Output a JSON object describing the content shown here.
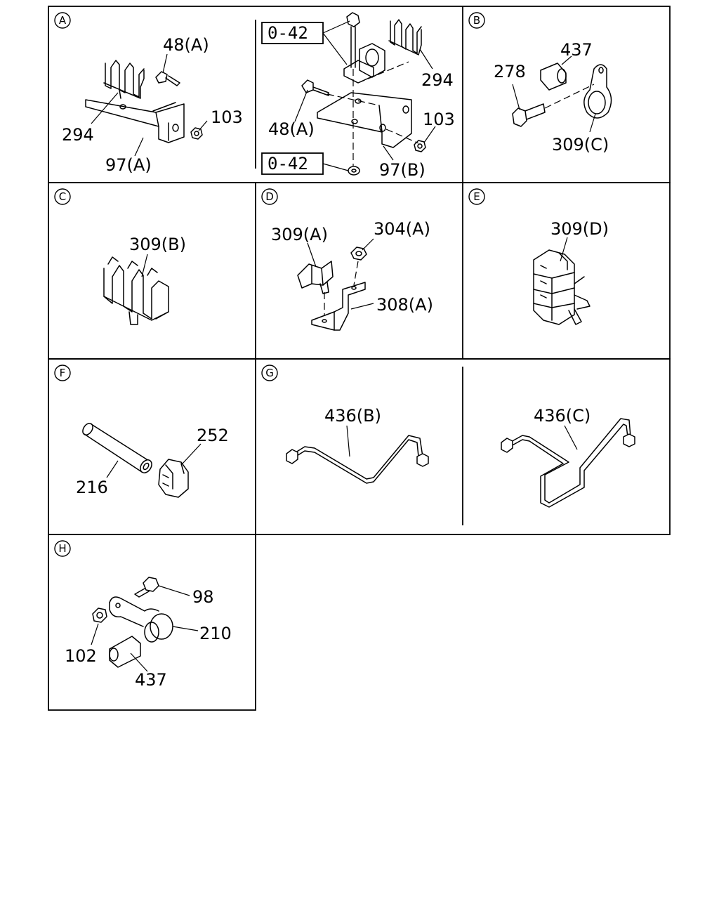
{
  "sections": {
    "A": {
      "badge": "A",
      "labels": {
        "l48a": "48(A)",
        "l103": "103",
        "l294": "294",
        "l97a": "97(A)"
      }
    },
    "A2": {
      "labels": {
        "ref1": "0-42",
        "ref2": "0-42",
        "l48a": "48(A)",
        "l294": "294",
        "l103": "103",
        "l97b": "97(B)"
      }
    },
    "B": {
      "badge": "B",
      "labels": {
        "l437": "437",
        "l278": "278",
        "l309c": "309(C)"
      }
    },
    "C": {
      "badge": "C",
      "labels": {
        "l309b": "309(B)"
      }
    },
    "D": {
      "badge": "D",
      "labels": {
        "l309a": "309(A)",
        "l304a": "304(A)",
        "l308a": "308(A)"
      }
    },
    "E": {
      "badge": "E",
      "labels": {
        "l309d": "309(D)"
      }
    },
    "F": {
      "badge": "F",
      "labels": {
        "l252": "252",
        "l216": "216"
      }
    },
    "G": {
      "badge": "G",
      "labels": {
        "l436b": "436(B)",
        "l436c": "436(C)"
      }
    },
    "H": {
      "badge": "H",
      "labels": {
        "l98": "98",
        "l210": "210",
        "l102": "102",
        "l437": "437"
      }
    }
  }
}
